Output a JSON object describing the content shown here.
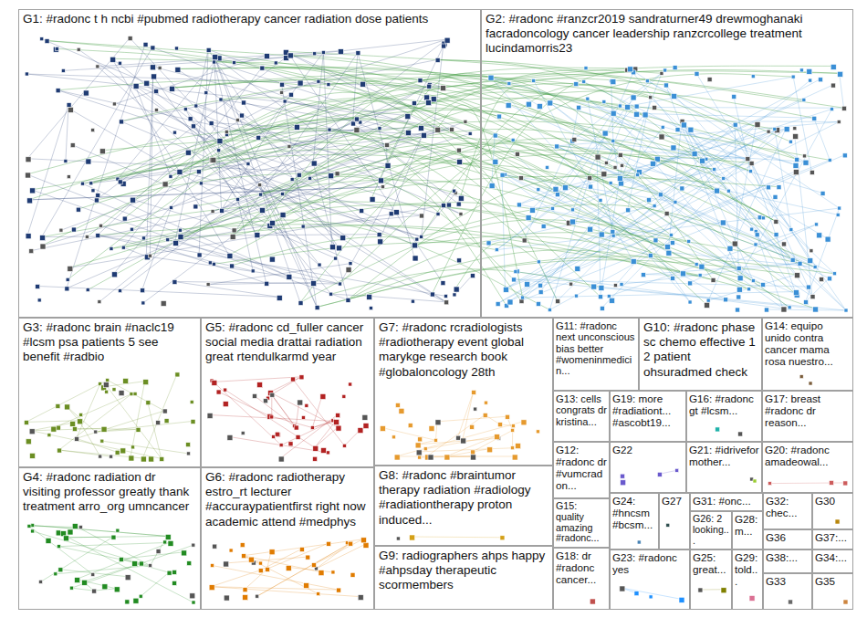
{
  "diagram": {
    "nodes": [
      {
        "text": [
          "G1: #radonc t h ncbi #pubmed radiotherapy cancer radiation dose patients"
        ]
      },
      {
        "text": [
          "G2: #radonc #ranzcr2019 sandraturner49 drewmoghanaki facradoncology cancer leadership ranzcrcollege treatment lucindamorris23"
        ]
      },
      {
        "text": [
          "G3: #radonc brain #naclc19 #lcsm psa patients 5 see benefit #radbio"
        ]
      },
      {
        "text": [
          "G5: #radonc cd_fuller cancer social media drattai radiation great rtendulkarmd year"
        ]
      },
      {
        "text": [
          "G7: #radonc rcradiologists #radiotherapy event global marykge research book #globaloncology 28th"
        ]
      },
      {
        "text": [
          "G11: #radonc next unconscious bias better #womeninmedicin..."
        ]
      },
      {
        "text": [
          "G10: #radonc phase sc chemo effective 1 2 patient ohsuradmed check"
        ]
      },
      {
        "text": [
          "G14: equipo unido contra cancer mama rosa nuestro..."
        ]
      },
      {
        "text": [
          "G13: cells congrats dr kristina..."
        ]
      },
      {
        "text": [
          "G19: more #radiationt... #ascobt19..."
        ]
      },
      {
        "text": [
          "G16: #radonc gt #lcsm..."
        ]
      },
      {
        "text": [
          "G17: breast #radonc dr reason..."
        ]
      },
      {
        "text": [
          "G12: #radonc dr #vumcradon..."
        ]
      },
      {
        "text": [
          "G22"
        ]
      },
      {
        "text": [
          "G21: #idrivefor mother..."
        ]
      },
      {
        "text": [
          "G20: #radonc amadeowal..."
        ]
      },
      {
        "text": [
          "G4: #radonc radiation dr visiting professor greatly thank treatment arro_org umncancer"
        ]
      },
      {
        "text": [
          "G6: #radonc radiotherapy estro_rt lecturer #accuraypatientfirst right now academic attend #medphys"
        ]
      },
      {
        "text": [
          "G8: #radonc #braintumor therapy radiation #radiology #radiationtherapy proton induced..."
        ]
      },
      {
        "text": [
          "G15: quality amazing #radonc..."
        ]
      },
      {
        "text": [
          "G24: #hncsm #bcsm..."
        ]
      },
      {
        "text": [
          "G27"
        ]
      },
      {
        "text": [
          "G31: #onc..."
        ]
      },
      {
        "text": [
          "G32: chec..."
        ]
      },
      {
        "text": [
          "G30"
        ]
      },
      {
        "text": [
          "G26: 2 looking..."
        ]
      },
      {
        "text": [
          "G28: m..."
        ]
      },
      {
        "text": [
          "G36"
        ]
      },
      {
        "text": [
          "G37:..."
        ]
      },
      {
        "text": [
          "G9: radiographers ahps happy #ahpsday therapeutic scormembers"
        ]
      },
      {
        "text": [
          "G18: dr #radonc cancer..."
        ]
      },
      {
        "text": [
          "G23: #radonc yes"
        ]
      },
      {
        "text": [
          "G25: great..."
        ]
      },
      {
        "text": [
          "G29: told..."
        ]
      },
      {
        "text": [
          "G38:..."
        ]
      },
      {
        "text": [
          "G34:..."
        ]
      },
      {
        "text": [
          "G33"
        ]
      },
      {
        "text": [
          "G35"
        ]
      }
    ]
  }
}
